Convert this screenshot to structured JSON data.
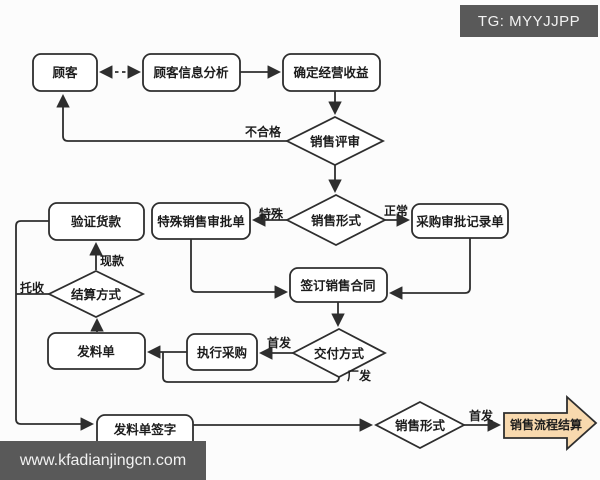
{
  "overlays": {
    "tg_badge": "TG: MYYJJPP",
    "site_watermark": "www.kfadianjingcn.com"
  },
  "flowchart": {
    "nodes": {
      "customer": {
        "label": "顾客",
        "type": "process"
      },
      "customer_info_analysis": {
        "label": "顾客信息分析",
        "type": "process"
      },
      "determine_revenue": {
        "label": "确定经营收益",
        "type": "process"
      },
      "sales_review": {
        "label": "销售评审",
        "type": "decision"
      },
      "sales_form_top": {
        "label": "销售形式",
        "type": "decision"
      },
      "special_sales_approval": {
        "label": "特殊销售审批单",
        "type": "process"
      },
      "purchase_approval_record": {
        "label": "采购审批记录单",
        "type": "process"
      },
      "sign_sales_contract": {
        "label": "签订销售合同",
        "type": "process"
      },
      "verify_payment": {
        "label": "验证货款",
        "type": "process"
      },
      "settlement_method": {
        "label": "结算方式",
        "type": "decision"
      },
      "material_issue_form": {
        "label": "发料单",
        "type": "process"
      },
      "execute_purchase": {
        "label": "执行采购",
        "type": "process"
      },
      "delivery_method": {
        "label": "交付方式",
        "type": "decision"
      },
      "material_form_sign": {
        "label": "发料单签字",
        "type": "process"
      },
      "sales_form_bottom": {
        "label": "销售形式",
        "type": "decision"
      },
      "sales_process_settlement": {
        "label": "销售流程结算",
        "type": "terminal-arrow"
      }
    },
    "edge_labels": {
      "unqualified": "不合格",
      "special": "特殊",
      "normal": "正常",
      "cash": "现款",
      "collection": "托收",
      "first_delivery": "首发",
      "factory_delivery": "厂发",
      "first_delivery_final": "首发"
    },
    "colors": {
      "line": "#2e2e2e",
      "node_fill": "#ffffff",
      "terminal_fill": "#f8d9ae",
      "watermark_bg": "#595959",
      "text": "#1c1c1c"
    }
  }
}
